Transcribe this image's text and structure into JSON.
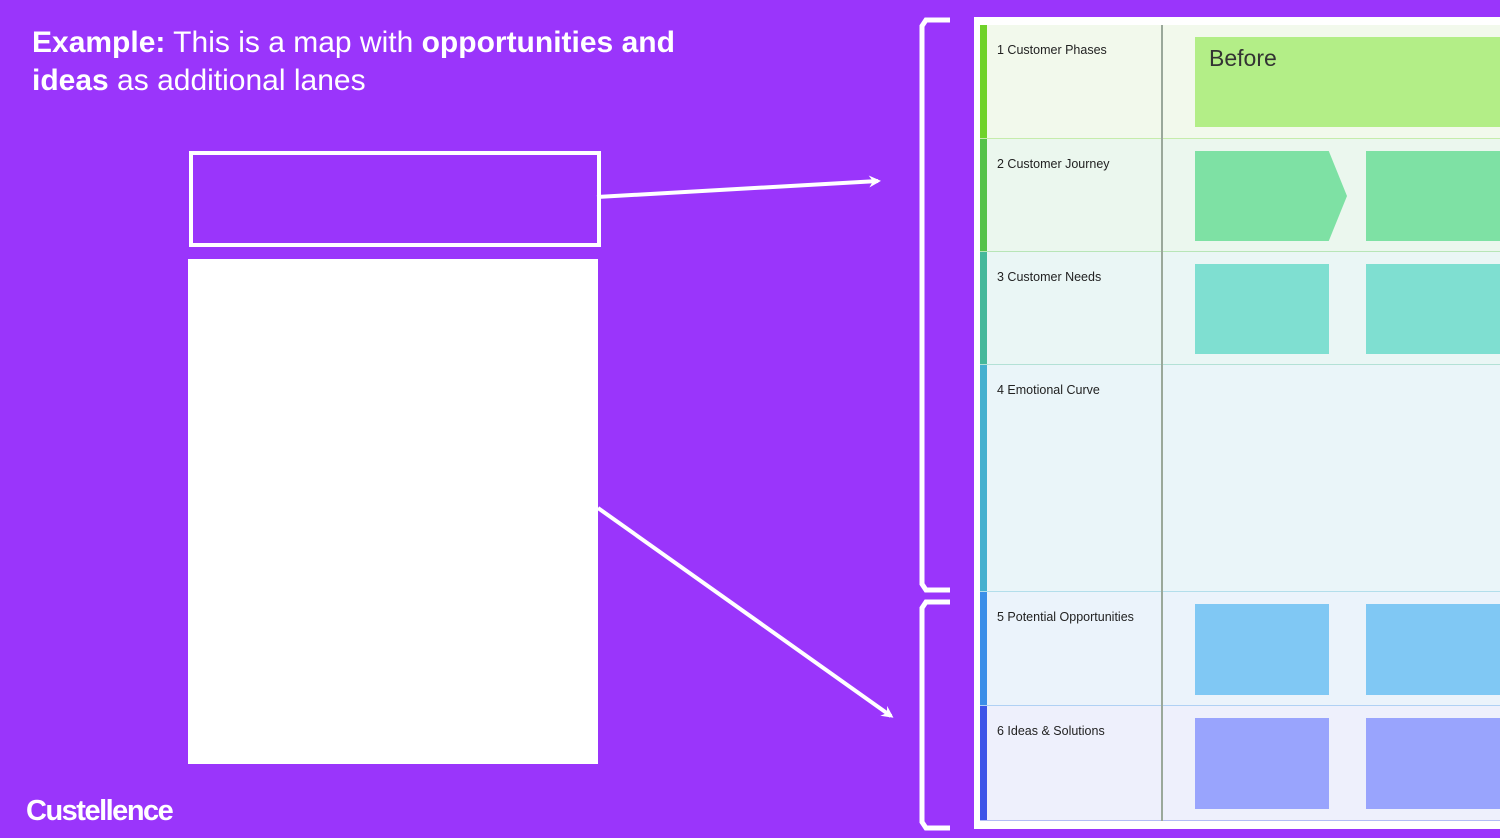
{
  "heading": {
    "prefix": "Example:",
    "middle": " This is a map with ",
    "bold": "opportunities and ideas",
    "suffix": " as additional lanes"
  },
  "logo": "Custellence",
  "map": {
    "lanes": [
      {
        "label": "1 Customer Phases",
        "accent": "#6fd22a",
        "bg": "#f2f9ec"
      },
      {
        "label": "2 Customer Journey",
        "accent": "#55c24a",
        "bg": "#ebf7ee"
      },
      {
        "label": "3 Customer Needs",
        "accent": "#45b89a",
        "bg": "#eaf6f5"
      },
      {
        "label": "4 Emotional Curve",
        "accent": "#45b0cf",
        "bg": "#eaf5f9"
      },
      {
        "label": "5 Potential Opportunities",
        "accent": "#3b8ee8",
        "bg": "#ebf3fb"
      },
      {
        "label": "6 Ideas & Solutions",
        "accent": "#3d55e8",
        "bg": "#eef0fc"
      }
    ],
    "phase_card": "Before",
    "colors": {
      "phase": "#b3ee87",
      "journey": "#7ee1a4",
      "needs": "#7fdfd1",
      "opportunities": "#80c8f4",
      "ideas": "#99a4fd"
    }
  }
}
